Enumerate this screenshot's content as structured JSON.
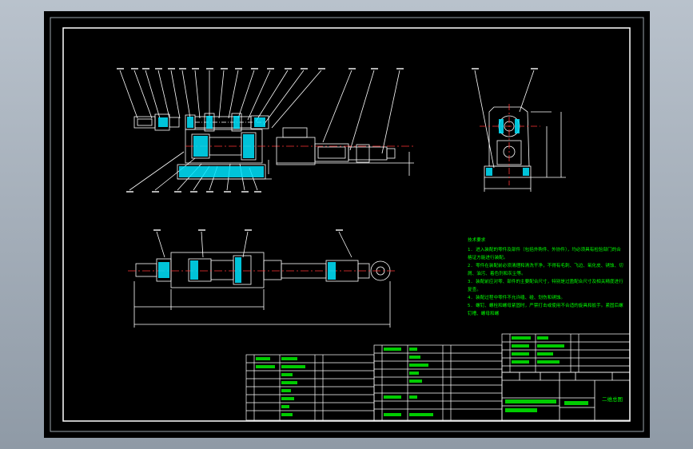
{
  "drawing": {
    "sheet_color": "#000000",
    "line_color": "#ffffff",
    "accent_color": "#00ff00",
    "dim_color": "#ff3333",
    "cyan_color": "#00e5ff",
    "tech_requirements": {
      "heading": "技术要求",
      "lines": [
        "1. 进入装配的零件及部件（包括外购件、外协件），均必须具有检验部门的合",
        "格证方能进行装配。",
        "2. 零件在装配前必须清理和清洗干净，不得有毛刺、飞边、氧化皮、锈蚀、切",
        "屑、油污、着色剂和灰尘等。",
        "3. 装配前应对零、部件的主要配合尺寸，特别是过盈配合尺寸及相关精度进行",
        "复查。",
        "4. 装配过程中零件不允许磕、碰、划伤和锈蚀。",
        "5. 螺钉、螺栓和螺母紧固时，严禁打击或使用不合适的旋具和扳手。紧固后螺",
        "钉槽、螺母和螺"
      ]
    },
    "title_block": {
      "name": "二维总图"
    }
  }
}
